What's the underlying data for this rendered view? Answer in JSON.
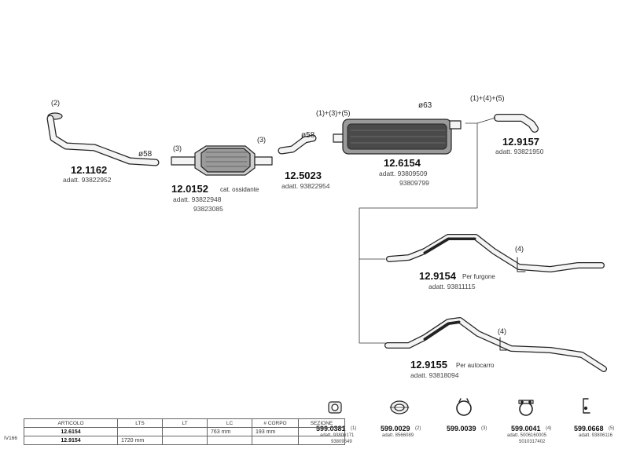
{
  "parts": {
    "p1": {
      "code": "12.1162",
      "adatt": "adatt. 93822952",
      "ref": "(2)",
      "dia": "ø58"
    },
    "p2": {
      "code": "12.0152",
      "desc": "cat. ossidante",
      "adatt1": "adatt. 93822948",
      "adatt2": "93823085",
      "ref_l": "(3)",
      "ref_r": "(3)"
    },
    "p3": {
      "code": "12.5023",
      "adatt": "adatt. 93822954",
      "dia": "ø58"
    },
    "p4": {
      "code": "12.6154",
      "adatt1": "adatt. 93809509",
      "adatt2": "93809799",
      "ref": "(1)+(3)+(5)",
      "dia": "ø63"
    },
    "p5": {
      "code": "12.9157",
      "adatt": "adatt. 93821950",
      "ref": "(1)+(4)+(5)"
    },
    "p6": {
      "code": "12.9154",
      "desc": "Per furgone",
      "adatt": "adatt. 93811115",
      "ref": "(4)"
    },
    "p7": {
      "code": "12.9155",
      "desc": "Per autocarro",
      "adatt": "adatt. 93818094",
      "ref": "(4)"
    }
  },
  "components": [
    {
      "code": "599.0381",
      "ref": "(1)",
      "adatt1": "adatt. 93806171",
      "adatt2": "93809549",
      "icon": "flange-gasket-icon"
    },
    {
      "code": "599.0029",
      "ref": "(2)",
      "adatt1": "adatt. 8566089",
      "adatt2": "",
      "icon": "ring-gasket-icon"
    },
    {
      "code": "599.0039",
      "ref": "(3)",
      "adatt1": "",
      "adatt2": "",
      "icon": "clamp-icon"
    },
    {
      "code": "599.0041",
      "ref": "(4)",
      "adatt1": "adatt. 5006160005",
      "adatt2": "5010317402",
      "icon": "u-clamp-icon"
    },
    {
      "code": "599.0668",
      "ref": "(5)",
      "adatt1": "adatt. 93806116",
      "adatt2": "",
      "icon": "bracket-icon"
    }
  ],
  "table": {
    "model": "IV166",
    "headers": [
      "ARTICOLO",
      "LTS",
      "LT",
      "LC",
      "# CORPO",
      "SEZIONE"
    ],
    "rows": [
      [
        "12.6154",
        "",
        "",
        "763 mm",
        "193 mm",
        ""
      ],
      [
        "12.9154",
        "1720 mm",
        "",
        "",
        "",
        ""
      ]
    ]
  }
}
